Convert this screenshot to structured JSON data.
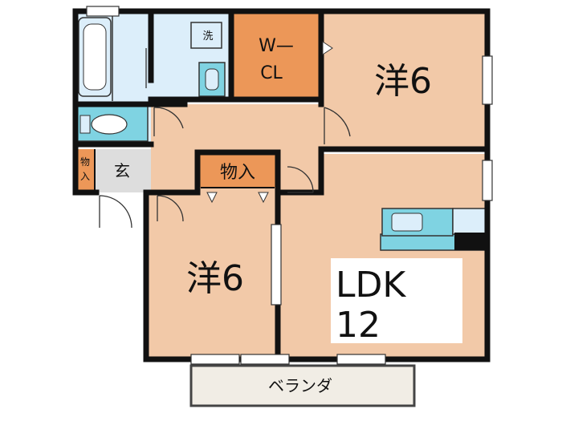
{
  "rooms": {
    "western_upper": {
      "label": "洋6"
    },
    "western_lower": {
      "label": "洋6"
    },
    "ldk": {
      "label_line1": "LDK",
      "label_line2": "12"
    },
    "walk_in_closet": {
      "label_line1": "W—",
      "label_line2": "CL"
    },
    "storage_center": {
      "label": "物入"
    },
    "storage_entrance": {
      "label_line1": "物",
      "label_line2": "入"
    },
    "entrance": {
      "label": "玄"
    },
    "washroom": {
      "label": "洗"
    },
    "balcony": {
      "label": "ベランダ"
    }
  },
  "colors": {
    "room_fill": "#f2c9a8",
    "closet_fill": "#ec9758",
    "wet_area_fill": "#dceefa",
    "fixture_fill": "#7fd3e2",
    "entrance_fill": "#dddddd",
    "balcony_fill": "#f1ede5",
    "wall": "#111111",
    "label_box": "#ffffff"
  }
}
